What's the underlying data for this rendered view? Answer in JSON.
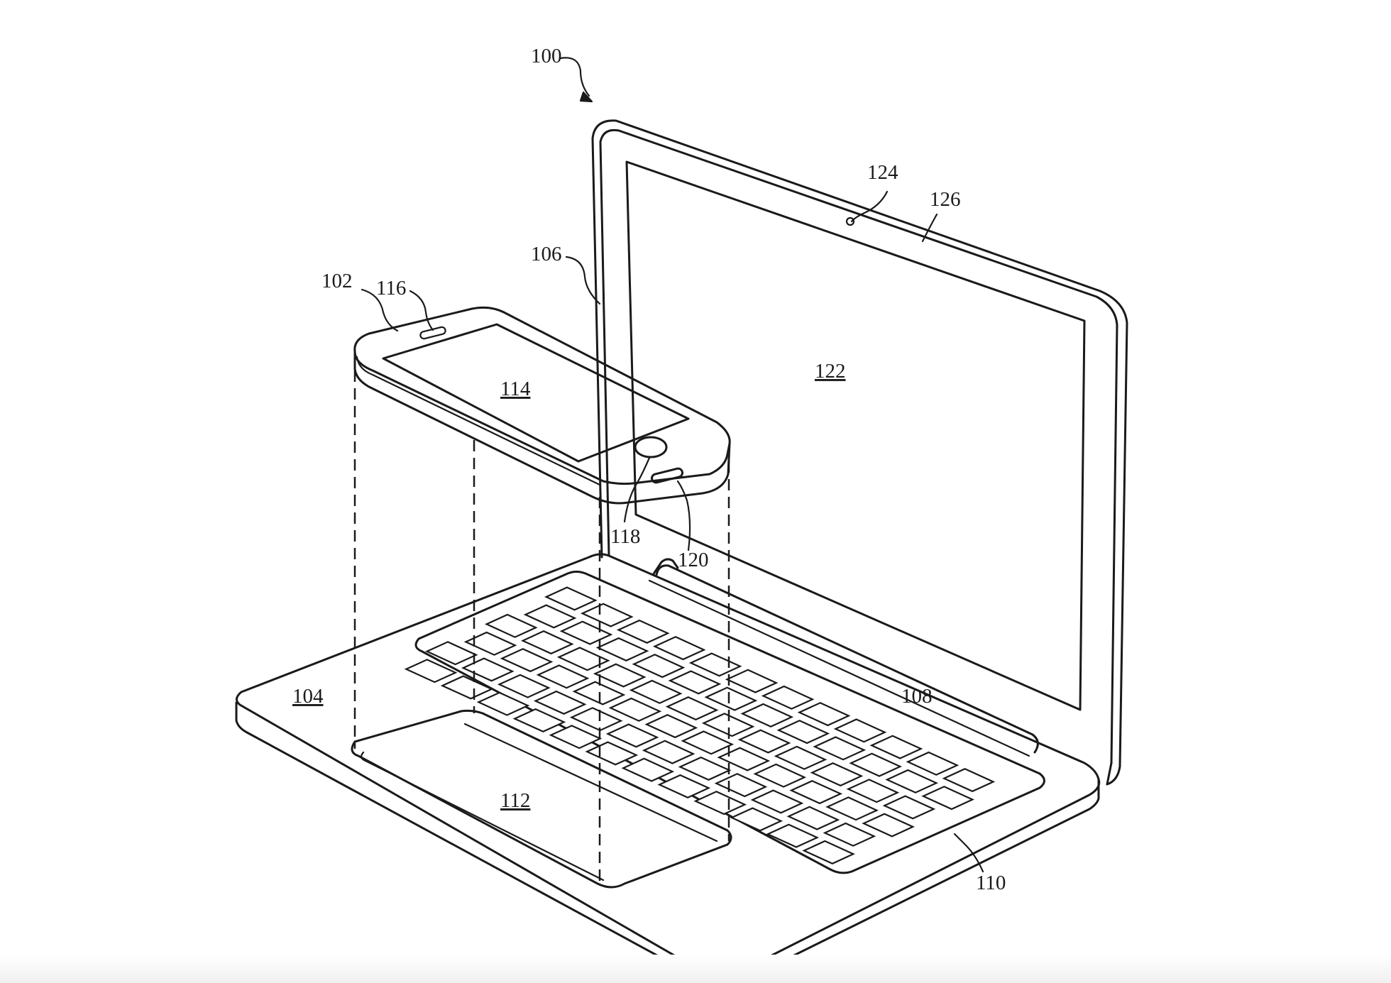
{
  "figure": {
    "reference_numerals": {
      "n100": "100",
      "n102": "102",
      "n104": "104",
      "n106": "106",
      "n108": "108",
      "n110": "110",
      "n112": "112",
      "n114": "114",
      "n116": "116",
      "n118": "118",
      "n120": "120",
      "n122": "122",
      "n124": "124",
      "n126": "126"
    }
  }
}
